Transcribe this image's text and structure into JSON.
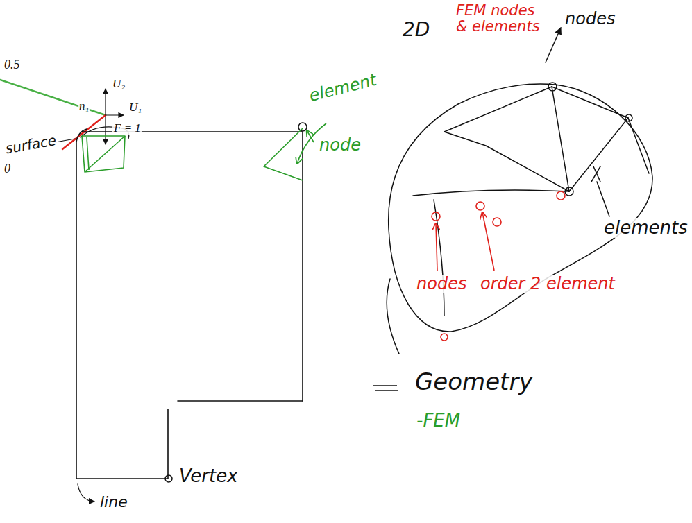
{
  "diagram": {
    "labels": [
      "0.5",
      "U₂",
      "U₁",
      "n₁",
      "F̄ = 1",
      "0",
      "2D",
      "FEM nodes & elements",
      "nodes",
      "elements",
      "element",
      "node",
      "nodes",
      "order 2 element",
      "surface",
      "Geometry",
      "-FEM",
      "Vertex",
      "line"
    ]
  }
}
